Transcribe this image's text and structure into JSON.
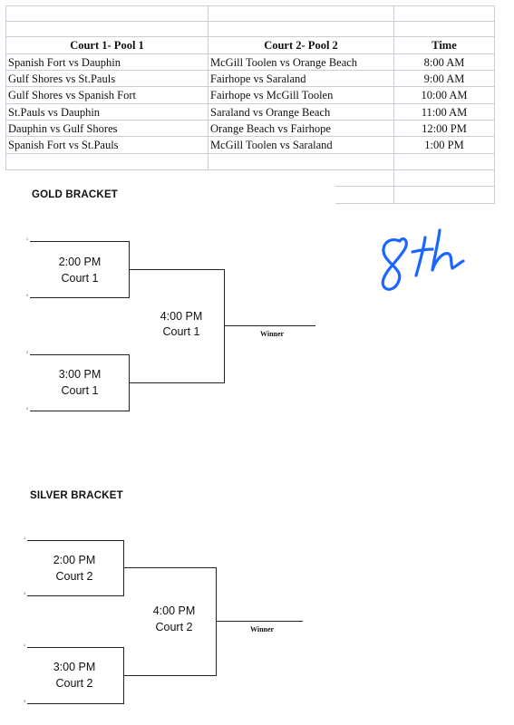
{
  "schedule": {
    "headers": [
      "Court 1- Pool 1",
      "Court 2- Pool 2",
      "Time"
    ],
    "rows": [
      [
        "Spanish Fort vs Dauphin",
        "McGill Toolen vs Orange Beach",
        "8:00 AM"
      ],
      [
        "Gulf Shores vs St.Pauls",
        "Fairhope vs Saraland",
        "9:00 AM"
      ],
      [
        "Gulf Shores vs Spanish Fort",
        "Fairhope vs McGill Toolen",
        "10:00 AM"
      ],
      [
        "St.Pauls vs Dauphin",
        "Saraland vs Orange Beach",
        "11:00 AM"
      ],
      [
        "Dauphin vs Gulf Shores",
        "Orange Beach vs Fairhope",
        "12:00 PM"
      ],
      [
        "Spanish Fort vs St.Pauls",
        "McGill Toolen vs Saraland",
        "1:00 PM"
      ]
    ]
  },
  "gold": {
    "title": "GOLD BRACKET",
    "ticks": [
      "1",
      "4",
      "2",
      "3"
    ],
    "match1": {
      "time": "2:00 PM",
      "court": "Court 1"
    },
    "match2": {
      "time": "3:00 PM",
      "court": "Court 1"
    },
    "final": {
      "time": "4:00 PM",
      "court": "Court 1"
    },
    "winner": "Winner"
  },
  "silver": {
    "title": "SILVER BRACKET",
    "ticks": [
      "1",
      "4",
      "2",
      "3"
    ],
    "match1": {
      "time": "2:00 PM",
      "court": "Court 2"
    },
    "match2": {
      "time": "3:00 PM",
      "court": "Court 2"
    },
    "final": {
      "time": "4:00 PM",
      "court": "Court 2"
    },
    "winner": "Winner"
  },
  "handwriting": {
    "text": "8th",
    "color": "#1a66ff"
  },
  "colors": {
    "grid": "#c9cfd8",
    "ink": "#222222"
  }
}
